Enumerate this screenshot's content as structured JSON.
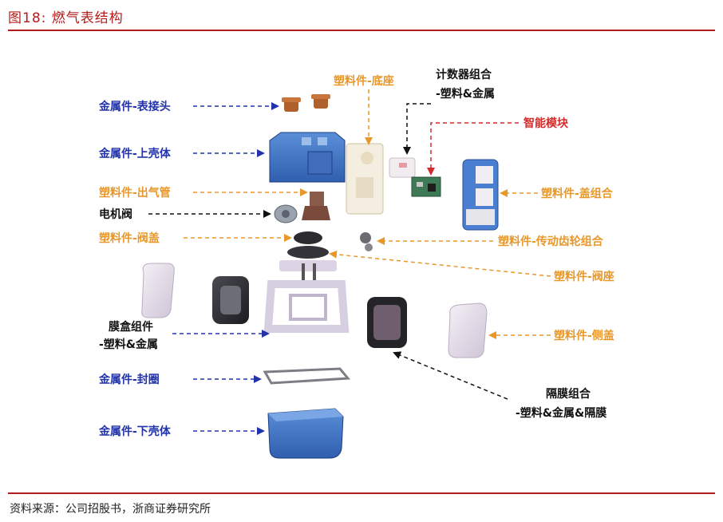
{
  "header": {
    "figure_title": "图18:  燃气表结构"
  },
  "footer": {
    "source": "资料来源：公司招股书，浙商证券研究所"
  },
  "colors": {
    "accent": "#b31b1b",
    "metal": "#2233aa",
    "plastic": "#e8982a",
    "black": "#111111",
    "red": "#d42a2a"
  },
  "labels": {
    "meter_connector": "金属件-表接头",
    "upper_shell": "金属件-上壳体",
    "outlet_pipe": "塑料件-出气管",
    "motor_valve": "电机阀",
    "valve_cover": "塑料件-阀盖",
    "diaphragm_box_line1": "膜盒组件",
    "diaphragm_box_line2": "-塑料&金属",
    "seal_ring": "金属件-封圈",
    "lower_shell": "金属件-下壳体",
    "base": "塑料件-底座",
    "counter_line1": "计数器组合",
    "counter_line2": "-塑料&金属",
    "smart_module": "智能模块",
    "cover_assembly": "塑料件-盖组合",
    "gear_assembly": "塑料件-传动齿轮组合",
    "valve_seat": "塑料件-阀座",
    "side_cover": "塑料件-侧盖",
    "diaphragm_line1": "隔膜组合",
    "diaphragm_line2": "-塑料&金属&隔膜"
  }
}
